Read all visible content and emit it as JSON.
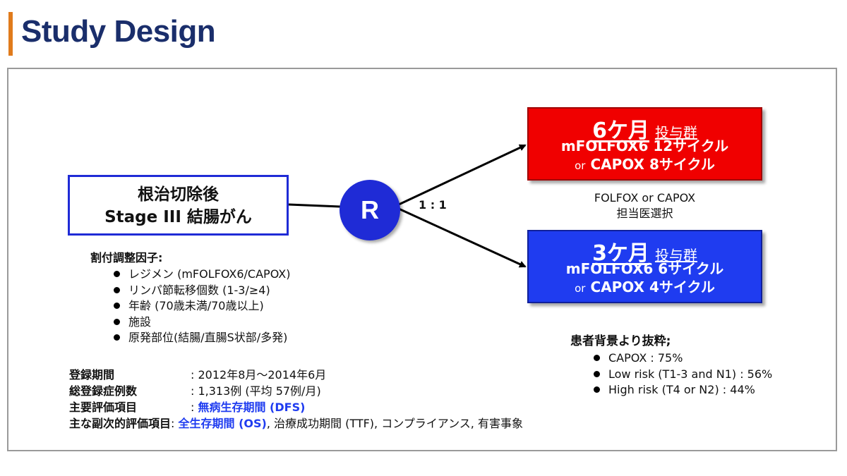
{
  "header": {
    "title": "Study Design"
  },
  "patient_box": {
    "line1": "根治切除後",
    "line2": "Stage III 結腸がん"
  },
  "randomization": {
    "label": "R",
    "ratio": "1 : 1"
  },
  "arms": [
    {
      "head_big": "6ケ月",
      "head_small": "投与群",
      "line1": "mFOLFOX6 12サイクル",
      "or": "or",
      "line2": "CAPOX 8サイクル",
      "color": "#f00000"
    },
    {
      "head_big": "3ケ月",
      "head_small": "投与群",
      "line1": "mFOLFOX6 6サイクル",
      "or": "or",
      "line2": "CAPOX 4サイクル",
      "color": "#1f3cf0"
    }
  ],
  "choice_note": {
    "line1": "FOLFOX or CAPOX",
    "line2": "担当医選択"
  },
  "stratification": {
    "heading": "割付調整因子:",
    "items": [
      "レジメン (mFOLFOX6/CAPOX)",
      "リンパ節転移個数 (1-3/≥4)",
      "年齢 (70歳未満/70歳以上)",
      "施設",
      "原発部位(結腸/直腸S状部/多発)"
    ]
  },
  "background": {
    "heading": "患者背景より抜粋;",
    "items": [
      "CAPOX : 75%",
      "Low risk (T1-3 and N1) : 56%",
      "High risk (T4 or N2) : 44%"
    ]
  },
  "study_info": {
    "period_label": "登録期間",
    "period_value": ": 2012年8月～2014年6月",
    "total_label": "総登録症例数",
    "total_value": ": 1,313例 (平均 57例/月)",
    "primary_label": "主要評価項目",
    "primary_sep": ": ",
    "primary_value": "無病生存期間 (DFS)",
    "secondary_label": "主な副次的評価項目",
    "secondary_sep": ": ",
    "secondary_highlight": "全生存期間 (OS)",
    "secondary_rest": ", 治療成功期間 (TTF), コンプライアンス, 有害事象"
  },
  "colors": {
    "title": "#1a2e6b",
    "accent_bar": "#e07b1c",
    "blue": "#1f2bd6",
    "red": "#f00000"
  }
}
